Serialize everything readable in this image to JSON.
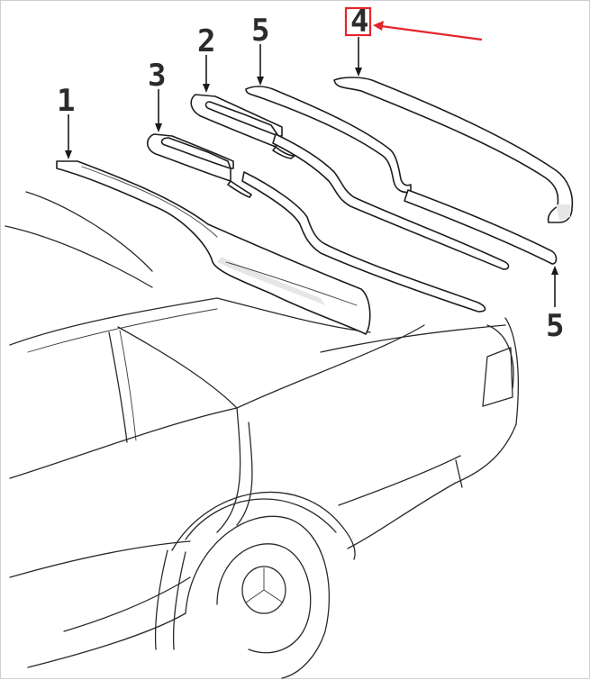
{
  "callouts": [
    {
      "id": "1",
      "text": "1"
    },
    {
      "id": "2",
      "text": "2"
    },
    {
      "id": "3",
      "text": "3"
    },
    {
      "id": "4",
      "text": "4"
    },
    {
      "id": "5a",
      "text": "5"
    },
    {
      "id": "5b",
      "text": "5"
    }
  ],
  "highlight": {
    "callout": "4",
    "color": "#e3262b"
  },
  "colors": {
    "line": "#2a2a2a",
    "highlight": "#e3262b",
    "background": "#ffffff"
  }
}
